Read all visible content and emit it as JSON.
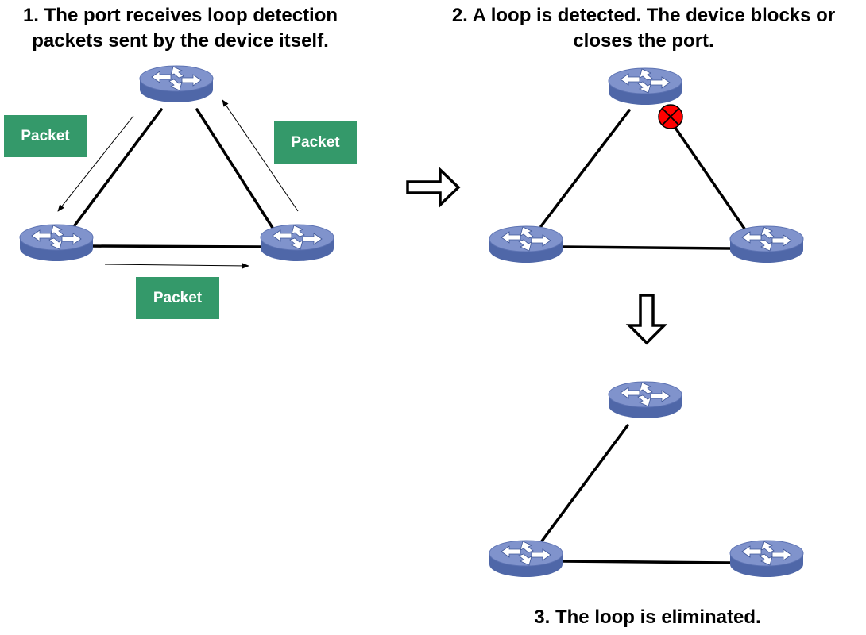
{
  "captions": {
    "step1_line1": "1. The port receives loop detection",
    "step1_line2": "packets sent by the device itself.",
    "step2_line1": "2. A loop is detected. The device blocks or",
    "step2_line2": "closes the port.",
    "step3": "3. The loop is eliminated."
  },
  "packets": {
    "label_1": "Packet",
    "label_2": "Packet",
    "label_3": "Packet"
  },
  "colors": {
    "packet_fill": "#34996a",
    "device_top": "#7a8ec8",
    "device_side": "#4f67a8",
    "blocked_port": "#ff0000"
  },
  "icons": {
    "device": "switch-icon",
    "blocked_port": "blocked-port-icon",
    "next_step_right": "hollow-arrow-right-icon",
    "next_step_down": "hollow-arrow-down-icon"
  }
}
